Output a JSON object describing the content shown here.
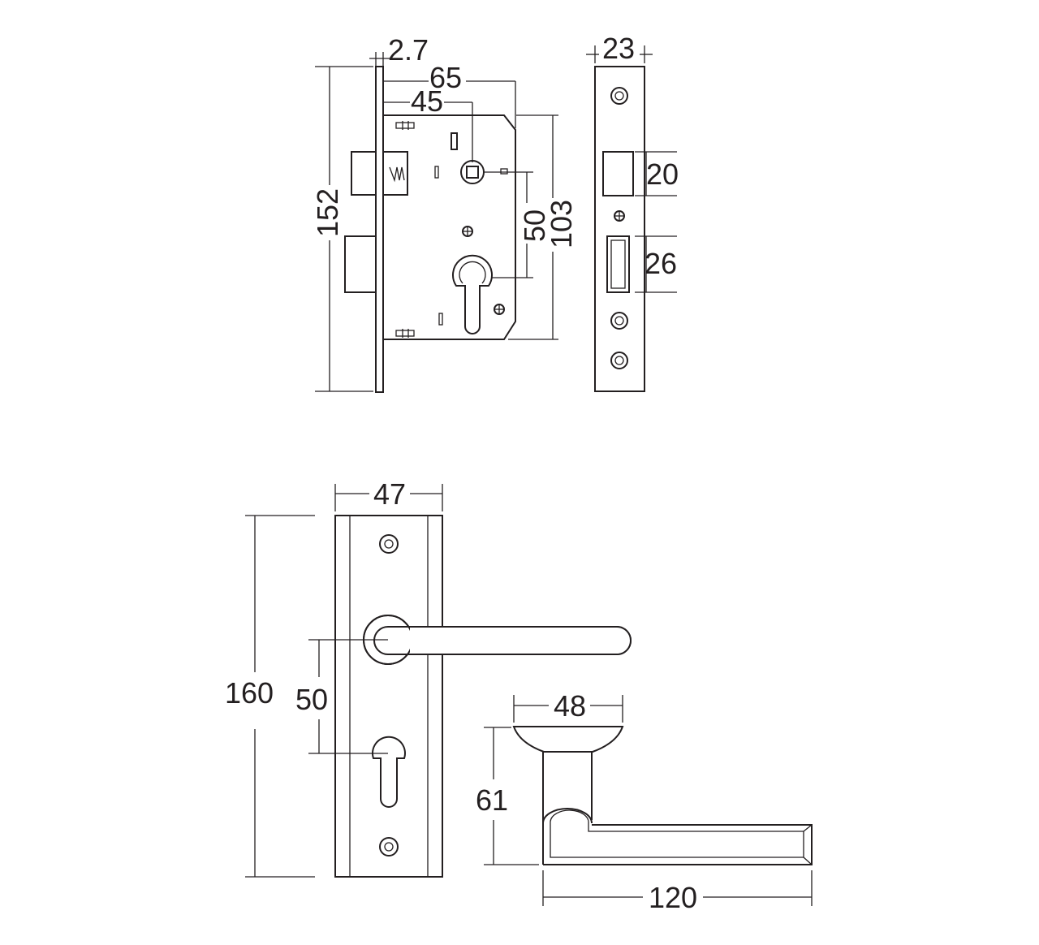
{
  "mortise_side": {
    "faceplate_thickness": "2.7",
    "total_depth": "65",
    "backset": "45",
    "faceplate_height": "152",
    "body_height": "103",
    "center_distance": "50"
  },
  "mortise_front": {
    "faceplate_width": "23",
    "latch_height": "20",
    "deadbolt_height": "26"
  },
  "escutcheon": {
    "width": "47",
    "height": "160",
    "center_distance": "50"
  },
  "lever": {
    "rose_diameter": "48",
    "projection": "61",
    "length": "120"
  }
}
